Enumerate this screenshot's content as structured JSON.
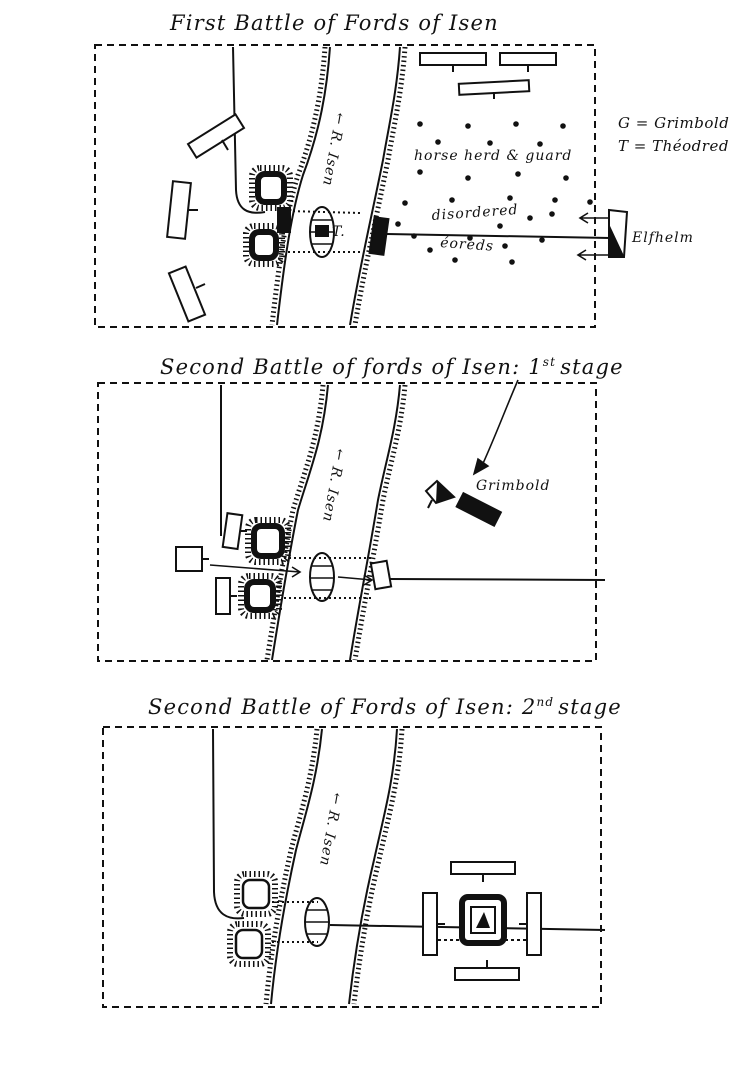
{
  "panels": [
    {
      "title": "First Battle of Fords of Isen",
      "river_label": "← R. Isen",
      "labels": {
        "horse_herd": "horse herd & guard",
        "disordered": "disordered",
        "eoreds": "éoreds",
        "elfhelm": "Elfhelm",
        "ford_marker": "T."
      },
      "legend": [
        "G = Grimbold",
        "T = Théodred"
      ]
    },
    {
      "title": "Second Battle of fords of Isen:",
      "title_ordinal": "1",
      "title_suffix": "st",
      "title_end": "stage",
      "river_label": "← R. Isen",
      "labels": {
        "grimbold": "Grimbold"
      }
    },
    {
      "title": "Second Battle of Fords of Isen:",
      "title_ordinal": "2",
      "title_suffix": "nd",
      "title_end": "stage",
      "river_label": "← R. Isen"
    }
  ]
}
